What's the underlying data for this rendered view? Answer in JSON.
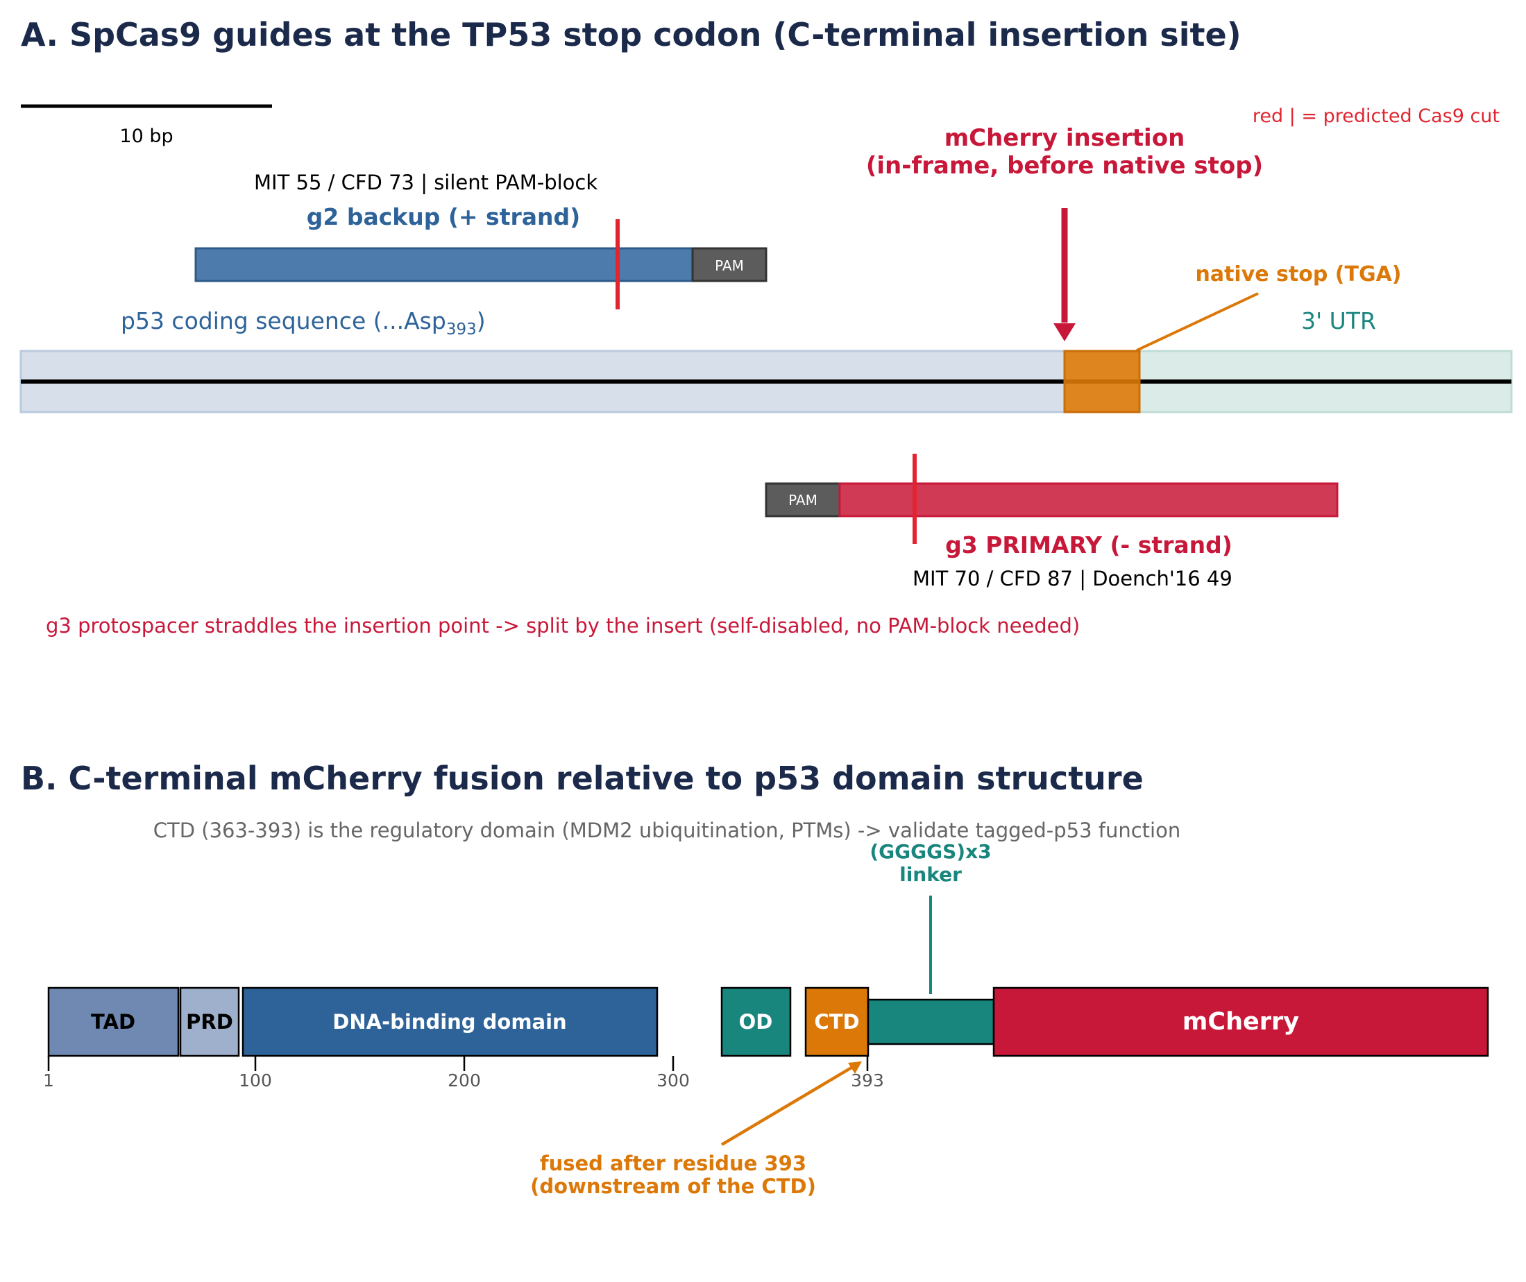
{
  "colors": {
    "navy": "#1b2a4a",
    "blue": "#2e6399",
    "guide_blue": "#4d7cac",
    "red": "#c8183a",
    "cut_red": "#e02530",
    "orange": "#db7808",
    "teal": "#19867e",
    "pam_gray": "#5c5c5c",
    "cds_band": "#d6dfea",
    "utr_band": "#dbece8",
    "tad": "#7089b3",
    "prd": "#9fb0cc",
    "gray_text": "#666666"
  },
  "panel_a": {
    "title": "A.  SpCas9 guides at the TP53 stop codon (C-terminal insertion site)",
    "scale_bar_label": "10 bp",
    "cut_legend": "red | = predicted Cas9 cut",
    "insertion_label_line1": "mCherry insertion",
    "insertion_label_line2": "(in-frame, before native stop)",
    "native_stop_label": "native stop (TGA)",
    "cds_label_prefix": "p53 coding sequence (...Asp",
    "cds_label_subscript": "393",
    "cds_label_suffix": ")",
    "utr_label": "3' UTR",
    "g2": {
      "scores": "MIT 55 / CFD 73  |  silent PAM-block",
      "label": "g2  backup  (+ strand)",
      "pam": "PAM"
    },
    "g3": {
      "label": "g3  PRIMARY  (- strand)",
      "scores": "MIT 70 / CFD 87  |  Doench'16 49",
      "pam": "PAM"
    },
    "note": "g3 protospacer straddles the insertion point -> split by the insert (self-disabled, no PAM-block needed)"
  },
  "panel_b": {
    "title": "B.  C-terminal mCherry fusion relative to p53 domain structure",
    "subtitle": "CTD (363-393) is the regulatory domain (MDM2 ubiquitination, PTMs) -> validate tagged-p53 function",
    "domains": {
      "tad": "TAD",
      "prd": "PRD",
      "dbd": "DNA-binding domain",
      "od": "OD",
      "ctd": "CTD",
      "mcherry": "mCherry"
    },
    "linker_line1": "(GGGGS)x3",
    "linker_line2": "linker",
    "ticks": [
      "1",
      "100",
      "200",
      "300",
      "393"
    ],
    "fusion_note_line1": "fused after residue 393",
    "fusion_note_line2": "(downstream of the CTD)"
  }
}
